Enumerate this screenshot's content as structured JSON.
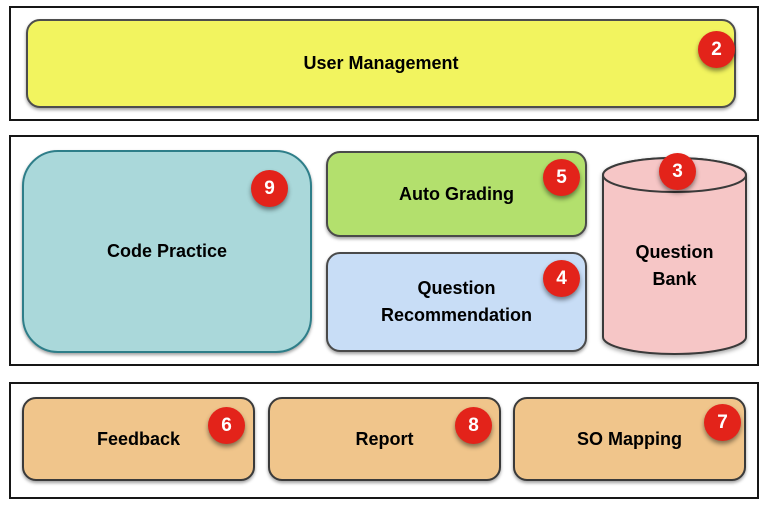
{
  "diagram": {
    "title": "system-architecture-diagram",
    "top": {
      "user_management": {
        "label": "User Management",
        "badge": "2",
        "fill": "#f2f45f"
      }
    },
    "middle": {
      "code_practice": {
        "label": "Code Practice",
        "badge": "9",
        "fill": "#aad8da"
      },
      "auto_grading": {
        "label": "Auto Grading",
        "badge": "5",
        "fill": "#b3e06d"
      },
      "question_recommendation": {
        "label": "Question\nRecommendation",
        "badge": "4",
        "fill": "#c8ddf6"
      },
      "question_bank": {
        "label": "Question\nBank",
        "badge": "3",
        "fill": "#f6c6c6",
        "shape": "database-cylinder"
      }
    },
    "bottom": {
      "feedback": {
        "label": "Feedback",
        "badge": "6",
        "fill": "#f0c58b"
      },
      "report": {
        "label": "Report",
        "badge": "8",
        "fill": "#f0c58b"
      },
      "so_mapping": {
        "label": "SO Mapping",
        "badge": "7",
        "fill": "#f0c58b"
      }
    },
    "colors": {
      "badge_red": "#e3231a",
      "badge_text": "#ffffff",
      "section_border": "#161616",
      "box_border_dark": "#4a4a4a",
      "code_practice_border": "#2e7e89",
      "background": "#ffffff",
      "label_text": "#000000"
    }
  }
}
